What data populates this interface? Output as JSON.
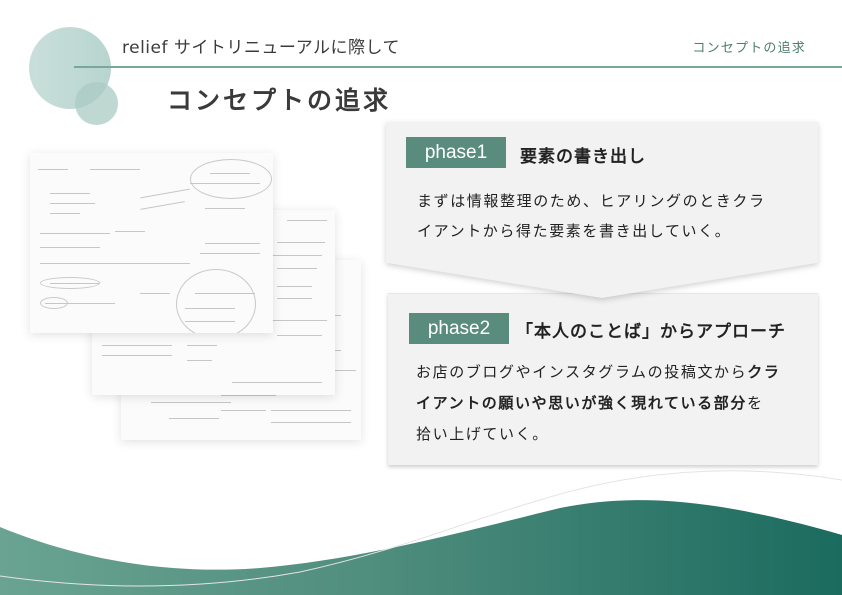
{
  "header": {
    "title": "relief サイトリニューアルに際して",
    "section": "コンセプトの追求"
  },
  "page": {
    "title": "コンセプトの追求"
  },
  "images": {
    "notes_alt": "手書きのヒアリングメモ（3枚）"
  },
  "phases": [
    {
      "badge": "phase1",
      "heading": "要素の書き出し",
      "body_line1": "まずは情報整理のため、ヒアリングのときクラ",
      "body_line2": "イアントから得た要素を書き出していく。"
    },
    {
      "badge": "phase2",
      "heading": "「本人のことば」からアプローチ",
      "body_plain1": "お店のブログやインスタグラムの投稿文から",
      "body_bold1": "クラ",
      "body_bold2": "イアントの願いや思いが強く現れている部分",
      "body_plain2": "を",
      "body_plain3": "拾い上げていく。"
    }
  ],
  "colors": {
    "accent": "#5a8c7d",
    "header_line": "#79a89a",
    "card_bg": "#f2f2f2",
    "wave_light": "#66a08f",
    "wave_dark": "#1b6b5f"
  }
}
